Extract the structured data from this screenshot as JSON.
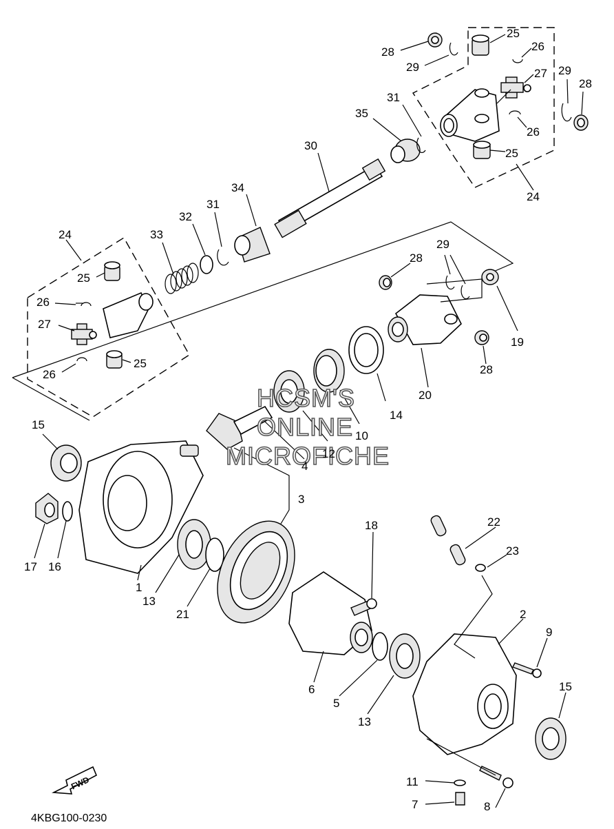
{
  "diagram_code": "4KBG100-0230",
  "fwd_label": "FWD",
  "watermark": [
    "HCSM'S",
    "ONLINE",
    "MICROFICHE"
  ],
  "callouts": [
    {
      "id": "c1",
      "label": "1"
    },
    {
      "id": "c2",
      "label": "2"
    },
    {
      "id": "c3",
      "label": "3"
    },
    {
      "id": "c4",
      "label": "4"
    },
    {
      "id": "c5",
      "label": "5"
    },
    {
      "id": "c6",
      "label": "6"
    },
    {
      "id": "c7",
      "label": "7"
    },
    {
      "id": "c8",
      "label": "8"
    },
    {
      "id": "c9",
      "label": "9"
    },
    {
      "id": "c10",
      "label": "10"
    },
    {
      "id": "c11",
      "label": "11"
    },
    {
      "id": "c12",
      "label": "12"
    },
    {
      "id": "c13a",
      "label": "13"
    },
    {
      "id": "c13b",
      "label": "13"
    },
    {
      "id": "c14",
      "label": "14"
    },
    {
      "id": "c15a",
      "label": "15"
    },
    {
      "id": "c15b",
      "label": "15"
    },
    {
      "id": "c16",
      "label": "16"
    },
    {
      "id": "c17",
      "label": "17"
    },
    {
      "id": "c18",
      "label": "18"
    },
    {
      "id": "c19",
      "label": "19"
    },
    {
      "id": "c20",
      "label": "20"
    },
    {
      "id": "c21",
      "label": "21"
    },
    {
      "id": "c22",
      "label": "22"
    },
    {
      "id": "c23",
      "label": "23"
    },
    {
      "id": "c24a",
      "label": "24"
    },
    {
      "id": "c24b",
      "label": "24"
    },
    {
      "id": "c25a",
      "label": "25"
    },
    {
      "id": "c25b",
      "label": "25"
    },
    {
      "id": "c25c",
      "label": "25"
    },
    {
      "id": "c25d",
      "label": "25"
    },
    {
      "id": "c26a",
      "label": "26"
    },
    {
      "id": "c26b",
      "label": "26"
    },
    {
      "id": "c26c",
      "label": "26"
    },
    {
      "id": "c26d",
      "label": "26"
    },
    {
      "id": "c27a",
      "label": "27"
    },
    {
      "id": "c27b",
      "label": "27"
    },
    {
      "id": "c28a",
      "label": "28"
    },
    {
      "id": "c28b",
      "label": "28"
    },
    {
      "id": "c28c",
      "label": "28"
    },
    {
      "id": "c28d",
      "label": "28"
    },
    {
      "id": "c29a",
      "label": "29"
    },
    {
      "id": "c29b",
      "label": "29"
    },
    {
      "id": "c29c",
      "label": "29"
    },
    {
      "id": "c30",
      "label": "30"
    },
    {
      "id": "c31a",
      "label": "31"
    },
    {
      "id": "c31b",
      "label": "31"
    },
    {
      "id": "c32",
      "label": "32"
    },
    {
      "id": "c33",
      "label": "33"
    },
    {
      "id": "c34",
      "label": "34"
    },
    {
      "id": "c35",
      "label": "35"
    }
  ]
}
